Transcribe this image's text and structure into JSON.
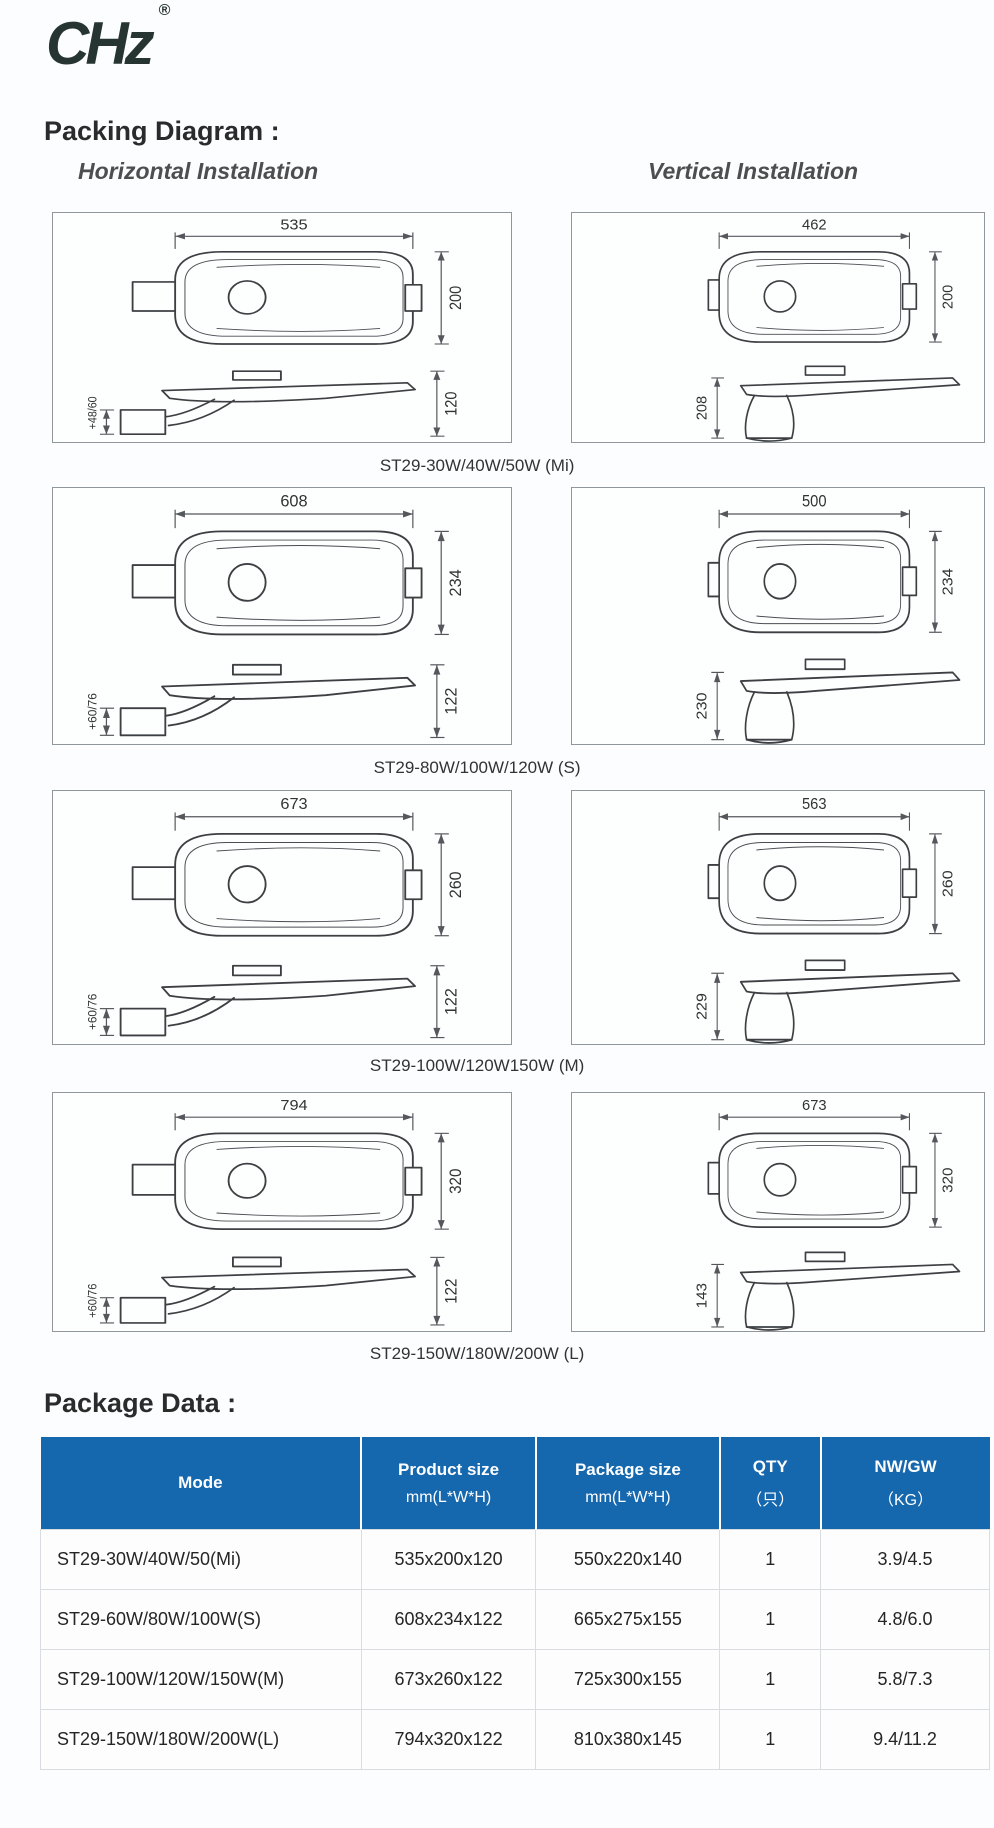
{
  "logo": {
    "text": "CHz",
    "registered": "®",
    "color": "#273532"
  },
  "headings": {
    "packing": "Packing Diagram :",
    "package": "Package Data :"
  },
  "columns": {
    "horizontal": "Horizontal Installation",
    "vertical": "Vertical Installation"
  },
  "diagram_rows": [
    {
      "caption": "ST29-30W/40W/50W (Mi)",
      "horizontal": {
        "top_width": "535",
        "top_height": "200",
        "side_height": "120",
        "arm_label": "+48/60"
      },
      "vertical": {
        "top_width": "462",
        "top_height": "200",
        "side_height": "208"
      }
    },
    {
      "caption": "ST29-80W/100W/120W (S)",
      "horizontal": {
        "top_width": "608",
        "top_height": "234",
        "side_height": "122",
        "arm_label": "+60/76"
      },
      "vertical": {
        "top_width": "500",
        "top_height": "234",
        "side_height": "230"
      }
    },
    {
      "caption": "ST29-100W/120W150W (M)",
      "horizontal": {
        "top_width": "673",
        "top_height": "260",
        "side_height": "122",
        "arm_label": "+60/76"
      },
      "vertical": {
        "top_width": "563",
        "top_height": "260",
        "side_height": "229"
      }
    },
    {
      "caption": "ST29-150W/180W/200W (L)",
      "horizontal": {
        "top_width": "794",
        "top_height": "320",
        "side_height": "122",
        "arm_label": "+60/76"
      },
      "vertical": {
        "top_width": "673",
        "top_height": "320",
        "side_height": "143"
      }
    }
  ],
  "table": {
    "header_bg": "#1567ae",
    "headers": [
      {
        "line1": "Mode",
        "line2": ""
      },
      {
        "line1": "Product size",
        "line2": "mm(L*W*H)"
      },
      {
        "line1": "Package size",
        "line2": "mm(L*W*H)"
      },
      {
        "line1": "QTY",
        "line2": "（只）"
      },
      {
        "line1": "NW/GW",
        "line2": "（KG）"
      }
    ],
    "rows": [
      {
        "mode": "ST29-30W/40W/50(Mi)",
        "product_size": "535x200x120",
        "package_size": "550x220x140",
        "qty": "1",
        "nw_gw": "3.9/4.5"
      },
      {
        "mode": "ST29-60W/80W/100W(S)",
        "product_size": "608x234x122",
        "package_size": "665x275x155",
        "qty": "1",
        "nw_gw": "4.8/6.0"
      },
      {
        "mode": "ST29-100W/120W/150W(M)",
        "product_size": "673x260x122",
        "package_size": "725x300x155",
        "qty": "1",
        "nw_gw": "5.8/7.3"
      },
      {
        "mode": "ST29-150W/180W/200W(L)",
        "product_size": "794x320x122",
        "package_size": "810x380x145",
        "qty": "1",
        "nw_gw": "9.4/11.2"
      }
    ]
  }
}
